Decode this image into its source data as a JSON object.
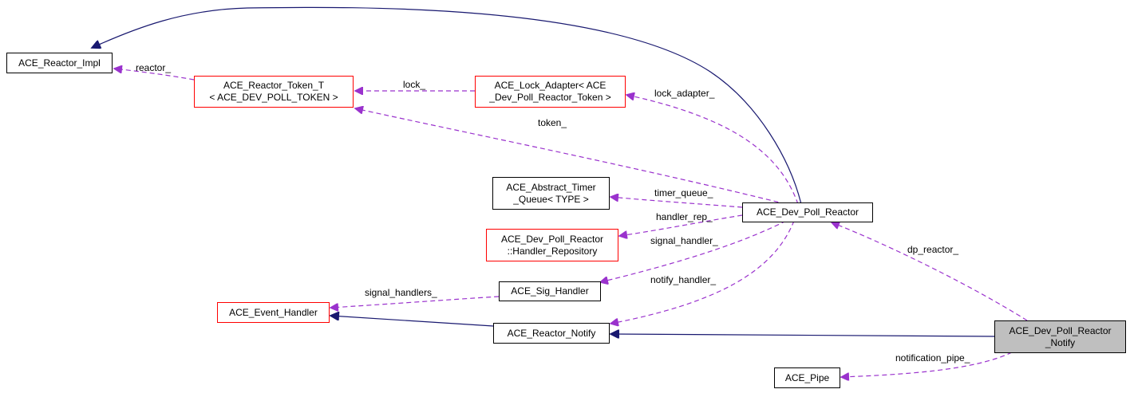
{
  "colors": {
    "inheritance": "#191970",
    "usage": "#9a32cd",
    "focus_fill": "#bfbfbf",
    "incomplete_border": "#ff0000"
  },
  "nodes": {
    "reactor_impl": {
      "line1": "ACE_Reactor_Impl"
    },
    "reactor_token": {
      "line1": "ACE_Reactor_Token_T",
      "line2": "< ACE_DEV_POLL_TOKEN >"
    },
    "lock_adapter": {
      "line1": "ACE_Lock_Adapter< ACE",
      "line2": "_Dev_Poll_Reactor_Token >"
    },
    "abstract_timer": {
      "line1": "ACE_Abstract_Timer",
      "line2": "_Queue< TYPE >"
    },
    "dev_poll_reactor": {
      "line1": "ACE_Dev_Poll_Reactor"
    },
    "handler_repository": {
      "line1": "ACE_Dev_Poll_Reactor",
      "line2": "::Handler_Repository"
    },
    "sig_handler": {
      "line1": "ACE_Sig_Handler"
    },
    "event_handler": {
      "line1": "ACE_Event_Handler"
    },
    "reactor_notify": {
      "line1": "ACE_Reactor_Notify"
    },
    "dev_poll_reactor_notify": {
      "line1": "ACE_Dev_Poll_Reactor",
      "line2": "_Notify"
    },
    "pipe": {
      "line1": "ACE_Pipe"
    }
  },
  "edge_labels": {
    "reactor": "reactor_",
    "lock": "lock_",
    "lock_adapter": "lock_adapter_",
    "token": "token_",
    "timer_queue": "timer_queue_",
    "handler_rep": "handler_rep_",
    "signal_handler": "signal_handler_",
    "signal_handlers": "signal_handlers_",
    "notify_handler": "notify_handler_",
    "dp_reactor": "dp_reactor_",
    "notification_pipe": "notification_pipe_"
  }
}
